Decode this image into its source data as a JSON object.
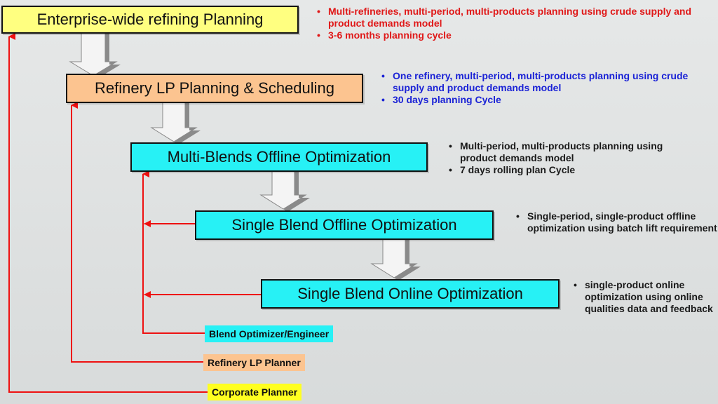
{
  "colors": {
    "yellow": "#ffff80",
    "peach": "#fcc490",
    "cyan": "#27f1f5",
    "red_line": "#ee1111",
    "red_text": "#e01818",
    "blue_text": "#1a22d6",
    "black_text": "#1a1a1a"
  },
  "levels": [
    {
      "label": "Enterprise-wide refining Planning",
      "notes": [
        "Multi-refineries, multi-period, multi-products planning using crude supply and product demands model",
        "3-6 months planning cycle"
      ]
    },
    {
      "label": "Refinery LP Planning & Scheduling",
      "notes": [
        "One refinery, multi-period, multi-products planning using crude supply and product demands model",
        "30 days planning Cycle"
      ]
    },
    {
      "label": "Multi-Blends Offline Optimization",
      "notes": [
        "Multi-period, multi-products planning using product demands model",
        "7 days rolling plan Cycle"
      ]
    },
    {
      "label": "Single Blend Offline Optimization",
      "notes": [
        "Single-period, single-product offline optimization using batch lift requirement"
      ]
    },
    {
      "label": "Single Blend Online Optimization",
      "notes": [
        "single-product online optimization using online qualities data and feedback"
      ]
    }
  ],
  "roles": [
    {
      "label": "Blend Optimizer/Engineer"
    },
    {
      "label": "Refinery LP Planner"
    },
    {
      "label": "Corporate Planner"
    }
  ]
}
